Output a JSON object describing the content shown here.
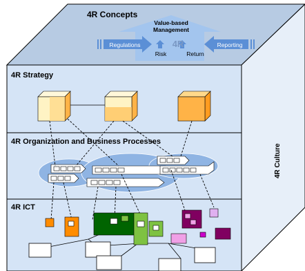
{
  "concepts": {
    "title": "4R Concepts",
    "arrow_label_line1": "Value-based",
    "arrow_label_line2": "Management",
    "center_label": "4R",
    "risk_label": "Risk",
    "return_label": "Return",
    "left_label": "Regulations",
    "right_label": "Reporting"
  },
  "layers": {
    "strategy": "4R Strategy",
    "organization": "4R Organization and Business Processes",
    "ict": "4R ICT"
  },
  "side_label": "4R Culture",
  "colors": {
    "layer_fill": "#d5e4f6",
    "top_fill": "#b7cbe3",
    "side_fill": "#e7eff9",
    "arrow_blue": "#5b8fd6",
    "arrow_light": "#a3c5ee",
    "ellipse_fill": "#8fb4e3",
    "cube_cream": "#fff3c4",
    "cube_orange": "#ffb347",
    "ict_green_dark": "#006400",
    "ict_green_light": "#7ec242",
    "ict_orange": "#ff8c00",
    "ict_purple": "#800060",
    "ict_pink": "#f0a0e6",
    "ict_magenta": "#cc00cc"
  }
}
